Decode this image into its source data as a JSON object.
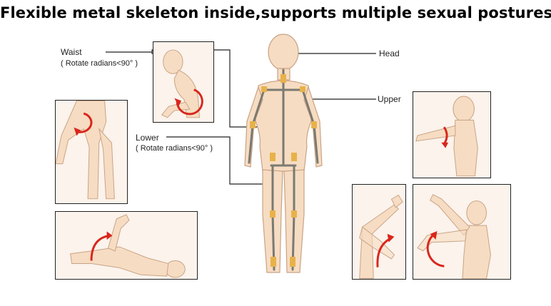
{
  "headline": "Flexible metal skeleton inside,supports multiple sexual postures!",
  "labels": {
    "waist": "Waist",
    "waist_note": "( Rotate radians<90° )",
    "lower": "Lower",
    "lower_note": "( Rotate radians<90° )",
    "head": "Head",
    "upper": "Upper"
  },
  "colors": {
    "skin": "#f6dcc2",
    "skin_line": "#c9a385",
    "panel_bg": "#fbf3ec",
    "arrow": "#d9261c",
    "skeleton": "#7a7a72",
    "joint": "#e8b24a",
    "leader": "#222222"
  },
  "icons": [
    "rotation-arrow-icon"
  ]
}
